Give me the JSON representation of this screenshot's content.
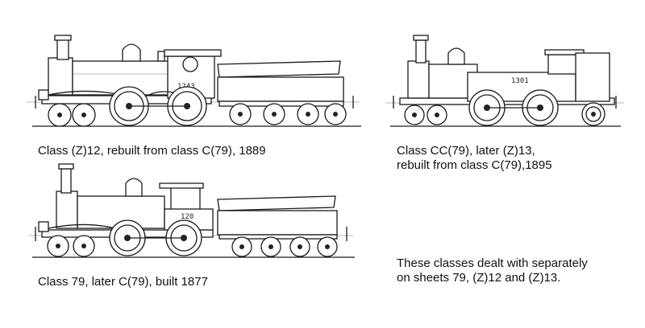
{
  "captions": {
    "z12": "Class (Z)12, rebuilt from class C(79), 1889",
    "cc79_line1": "Class CC(79), later (Z)13,",
    "cc79_line2": "rebuilt from class C(79),1895",
    "c79": "Class 79, later C(79), built 1877",
    "note_line1": "These classes dealt with separately",
    "note_line2": "on sheets 79, (Z)12 and (Z)13."
  },
  "numbers": {
    "z12": "1243",
    "cc79": "1301",
    "c79": "120"
  }
}
